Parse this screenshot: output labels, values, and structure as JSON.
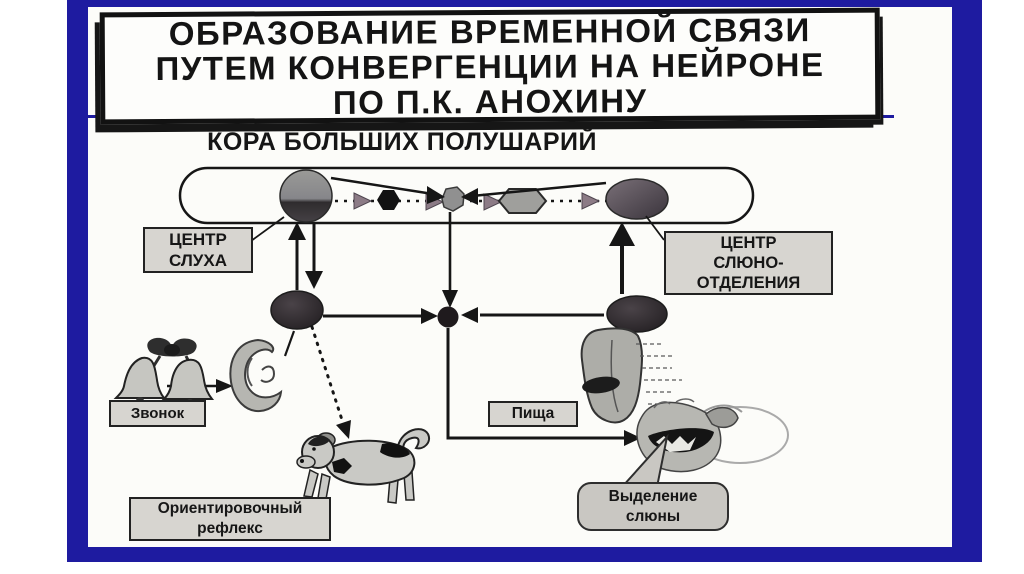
{
  "slide": {
    "title_lines": [
      "ОБРАЗОВАНИЕ ВРЕМЕННОЙ СВЯЗИ",
      "ПУТЕМ КОНВЕРГЕНЦИИ НА НЕЙРОНЕ",
      "ПО П.К. АНОХИНУ"
    ],
    "cortex_heading": "КОРА БОЛЬШИХ ПОЛУШАРИЙ"
  },
  "labels": {
    "hearing_center": "ЦЕНТР\nСЛУХА",
    "salivation_center": "ЦЕНТР\nСЛЮНО-\nОТДЕЛЕНИЯ",
    "bell": "Звонок",
    "food": "Пища",
    "orienting_reflex": "Ориентировочный\nрефлекс",
    "saliva_secretion": "Выделение\nслюны"
  },
  "icons": {
    "bell": "bell-icon",
    "ear": "ear-icon",
    "dog": "dog-icon",
    "tongue": "tongue-icon",
    "salivating_dog": "salivating-dog-icon"
  },
  "colors": {
    "frame": "#1e1ba0",
    "ink": "#161616",
    "label_box_bg": "#d7d5d0",
    "callout_bg": "#c9c7c2",
    "arrow_mauve": "#8c7b86",
    "neuron_gray": "#8f8f8f",
    "neuron_dark": "#2e282c",
    "paper": "#fcfcf9"
  }
}
